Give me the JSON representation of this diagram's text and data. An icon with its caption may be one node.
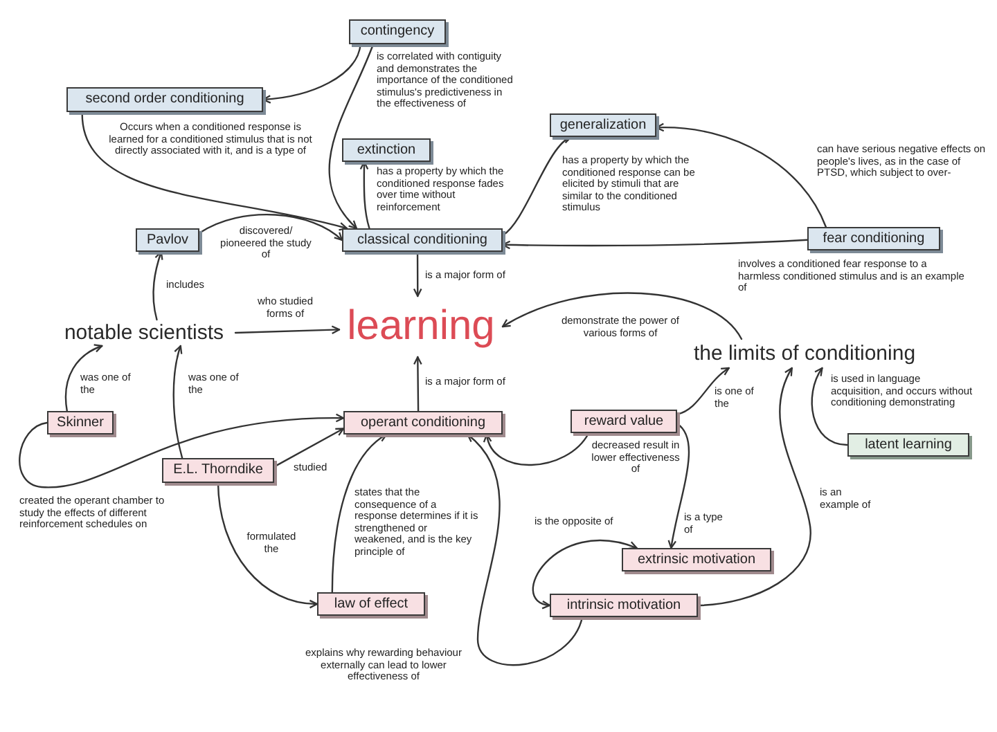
{
  "diagram": {
    "nodes": [
      {
        "text": [
          "contingency"
        ]
      },
      {
        "text": [
          "second order conditioning"
        ]
      },
      {
        "text": [
          "extinction"
        ]
      },
      {
        "text": [
          "generalization"
        ]
      },
      {
        "text": [
          "Pavlov"
        ]
      },
      {
        "text": [
          "classical conditioning"
        ]
      },
      {
        "text": [
          "fear conditioning"
        ]
      },
      {
        "text": [
          "notable scientists"
        ]
      },
      {
        "text": [
          "learning"
        ]
      },
      {
        "text": [
          "the limits of conditioning"
        ]
      },
      {
        "text": [
          "Skinner"
        ]
      },
      {
        "text": [
          "operant conditioning"
        ]
      },
      {
        "text": [
          "reward value"
        ]
      },
      {
        "text": [
          "E.L. Thorndike"
        ]
      },
      {
        "text": [
          "latent learning"
        ]
      },
      {
        "text": [
          "extrinsic motivation"
        ]
      },
      {
        "text": [
          "law of effect"
        ]
      },
      {
        "text": [
          "intrinsic motivation"
        ]
      }
    ],
    "edges": [
      {
        "from": 0,
        "to": 1,
        "arrow": "to"
      },
      {
        "from": 0,
        "to": 5,
        "arrow": "to",
        "label": "is correlated with contiguity and demonstrates the importance of the conditioned stimulus's predictiveness in the effectiveness of"
      },
      {
        "from": 1,
        "to": 5,
        "arrow": "to",
        "label": "Occurs when a conditioned response is learned for a conditioned stimulus that is not directly associated with it, and is a type of"
      },
      {
        "from": 5,
        "to": 2,
        "arrow": "to",
        "label": "has a property by which the conditioned response fades over time without reinforcement"
      },
      {
        "from": 5,
        "to": 3,
        "arrow": "to",
        "label": "has a property by which the conditioned response can be elicited by stimuli that are similar to the conditioned stimulus"
      },
      {
        "from": 6,
        "to": 3,
        "arrow": "to",
        "label": "can have serious negative effects on people's lives, as in the case of PTSD, which subject to over-"
      },
      {
        "from": 6,
        "to": 5,
        "arrow": "to",
        "label": "involves a conditioned fear response to a harmless conditioned stimulus and is an example of"
      },
      {
        "from": 4,
        "to": 5,
        "arrow": "to",
        "label": "discovered/ pioneered the study of"
      },
      {
        "from": 7,
        "to": 4,
        "arrow": "to",
        "label": "includes"
      },
      {
        "from": 7,
        "to": 8,
        "arrow": "to",
        "label": "who studied forms of"
      },
      {
        "from": 5,
        "to": 8,
        "arrow": "to",
        "label": "is a major form of"
      },
      {
        "from": 9,
        "to": 8,
        "arrow": "to",
        "label": "demonstrate the power of various forms of"
      },
      {
        "from": 10,
        "to": 7,
        "arrow": "to",
        "label": "was one of the"
      },
      {
        "from": 13,
        "to": 7,
        "arrow": "to",
        "label": "was one of the"
      },
      {
        "from": 10,
        "to": 11,
        "arrow": "to",
        "label": "created the operant chamber to study the effects of different reinforcement schedules on"
      },
      {
        "from": 13,
        "to": 11,
        "arrow": "to",
        "label": "studied"
      },
      {
        "from": 11,
        "to": 8,
        "arrow": "to",
        "label": "is a major form of"
      },
      {
        "from": 13,
        "to": 16,
        "arrow": "to",
        "label": "formulated the"
      },
      {
        "from": 16,
        "to": 11,
        "arrow": "to",
        "label": "states that the consequence of a response determines if it is strengthened or weakened, and is the key principle of"
      },
      {
        "from": 17,
        "to": 11,
        "arrow": "to",
        "label": "explains why rewarding behaviour externally can lead to lower effectiveness of"
      },
      {
        "from": 12,
        "to": 11,
        "arrow": "to",
        "label": "decreased result in lower effectiveness of"
      },
      {
        "from": 12,
        "to": 15,
        "arrow": "to",
        "label": "is a type of"
      },
      {
        "from": 12,
        "to": 9,
        "arrow": "to",
        "label": "is one of the"
      },
      {
        "from": 17,
        "to": 15,
        "arrow": "both",
        "label": "is the opposite of"
      },
      {
        "from": 17,
        "to": 9,
        "arrow": "to",
        "label": "is an example of"
      },
      {
        "from": 14,
        "to": 9,
        "arrow": "to",
        "label": "is used in language acquisition, and occurs without conditioning demonstrating"
      }
    ]
  }
}
